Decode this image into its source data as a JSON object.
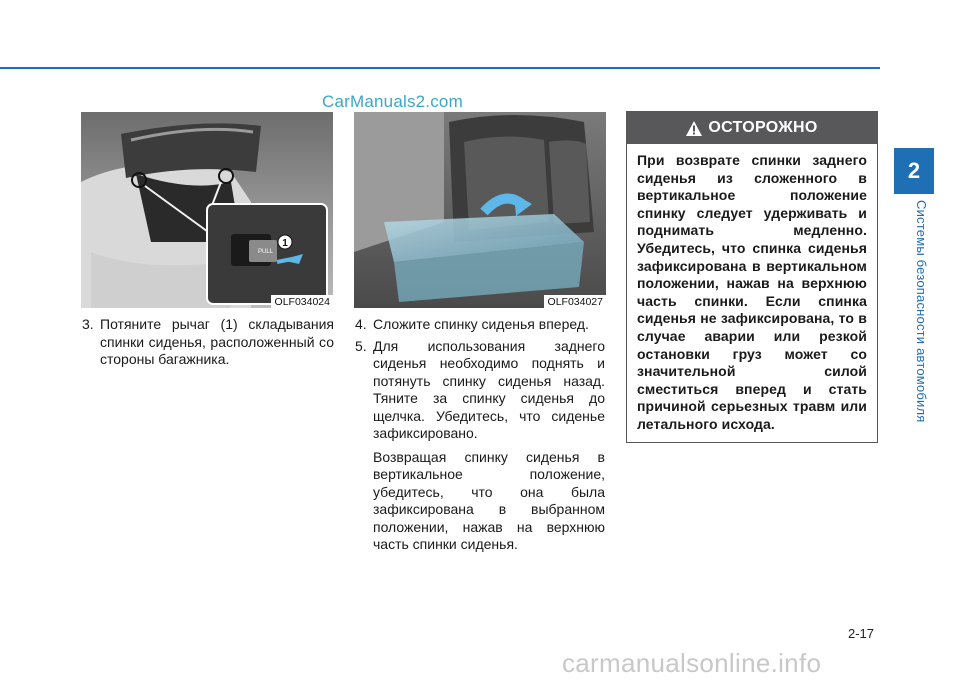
{
  "watermark_top": "CarManuals2.com",
  "figures": [
    {
      "code": "OLF034024",
      "callout": "1",
      "lever_text": "PULL"
    },
    {
      "code": "OLF034027"
    }
  ],
  "column1": {
    "items": [
      {
        "num": "3.",
        "text": "Потяните рычаг (1) складывания спинки сиденья, расположенный со стороны багажника."
      }
    ]
  },
  "column2": {
    "items": [
      {
        "num": "4.",
        "text": "Сложите спинку сиденья вперед."
      },
      {
        "num": "5.",
        "text": "Для использования заднего сиденья необходимо поднять и потянуть спинку сиденья назад. Тяните за спинку сиденья до щелчка. Убедитесь, что сиденье зафиксировано."
      }
    ],
    "paragraph": "Возвращая спинку сиденья в вертикальное положение, убедитесь, что она была зафиксирована в выбранном положении, нажав на верхнюю часть спинки сиденья."
  },
  "warning": {
    "title": "ОСТОРОЖНО",
    "body": "При возврате спинки заднего сиденья из сложенного в вертикальное положение спинку следует удерживать и поднимать медленно. Убедитесь, что спинка сиденья зафиксирована в вертикальном положении, нажав на верхнюю часть спинки. Если спинка сиденья не зафиксирована, то в случае аварии или резкой остановки груз может со значительной силой сместиться вперед и стать причиной серьезных травм или летального исхода."
  },
  "chapter": {
    "number": "2",
    "title": "Системы безопасности автомобиля"
  },
  "page_number": "2-17",
  "watermark_bottom": "carmanualsonline.info",
  "colors": {
    "accent": "#1f6fb5",
    "warning_header": "#58585a",
    "watermark": "#3aa8c8"
  }
}
